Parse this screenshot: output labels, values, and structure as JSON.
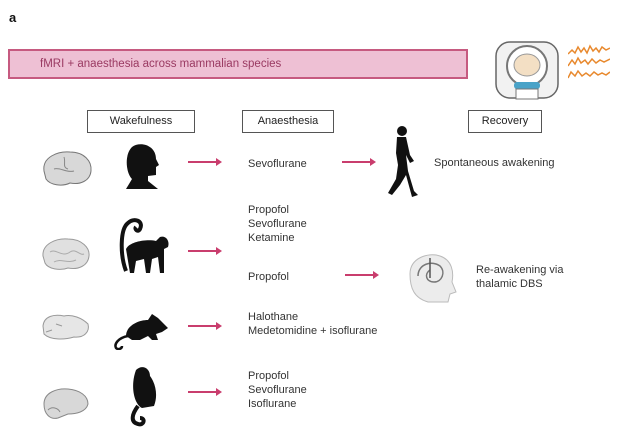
{
  "panel_label": "a",
  "banner": "fMRI + anaesthesia across mammalian species",
  "headers": {
    "wakefulness": "Wakefulness",
    "anaesthesia": "Anaesthesia",
    "recovery": "Recovery"
  },
  "rows": [
    {
      "species": "human",
      "drugs": [
        "Sevoflurane"
      ],
      "recovery": "Spontaneous awakening"
    },
    {
      "species": "macaque",
      "drugs": [
        "Propofol",
        "Sevoflurane",
        "Ketamine"
      ],
      "drugs2": [
        "Propofol"
      ],
      "recovery": "Re-awakening via",
      "recovery2": "thalamic DBS"
    },
    {
      "species": "rat",
      "drugs": [
        "Halothane",
        "Medetomidine + isoflurane"
      ]
    },
    {
      "species": "marmoset",
      "drugs": [
        "Propofol",
        "Sevoflurane",
        "Isoflurane"
      ]
    }
  ],
  "colors": {
    "accent": "#c93d6d",
    "banner_fill": "#eec0d4",
    "signal": "#e8892e",
    "brain": "#d8d8d8"
  }
}
